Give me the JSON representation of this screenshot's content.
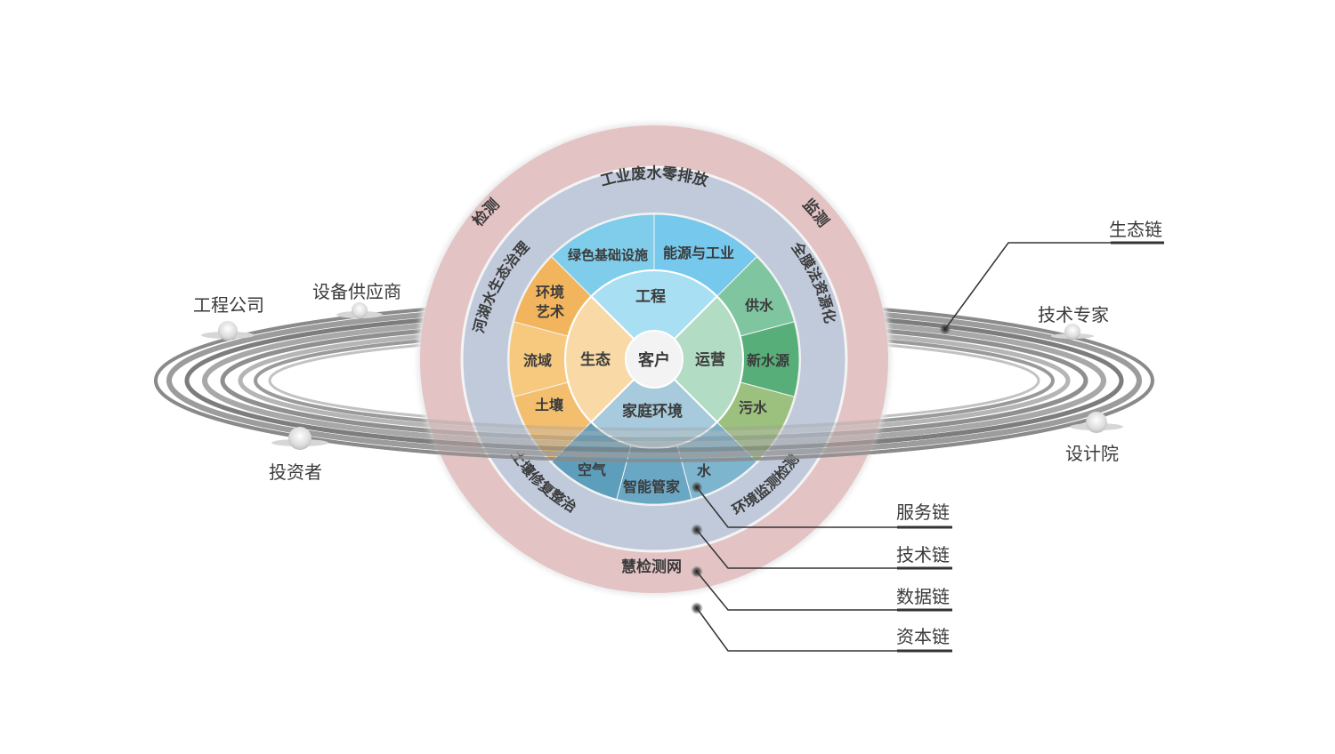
{
  "center": {
    "label": "客户"
  },
  "inner_quadrants": {
    "top": "工程",
    "right": "运营",
    "bottom": "家庭环境",
    "left": "生态"
  },
  "middle_segments": {
    "engineering": [
      "绿色基础设施",
      "能源与工业"
    ],
    "operation": [
      "供水",
      "新水源",
      "污水"
    ],
    "home": [
      "空气",
      "智能管家",
      "水"
    ],
    "ecology": [
      "环境\n艺术",
      "流域",
      "土壤"
    ]
  },
  "service_ring": {
    "top": "工业废水零排放",
    "upper_left": "河湖水生态治理",
    "upper_right": "全膜法资源化",
    "lower_left": "土壤修复整治",
    "lower_right": "环境监测检测"
  },
  "outer_ring": {
    "upper_left": "检测",
    "upper_right": "监测",
    "bottom": "慧检测网"
  },
  "stakeholders": {
    "engineering_company": "工程公司",
    "equipment_supplier": "设备供应商",
    "investor": "投资者",
    "tech_expert": "技术专家",
    "design_institute": "设计院"
  },
  "chains": {
    "ecology_chain": "生态链",
    "service_chain": "服务链",
    "tech_chain": "技术链",
    "data_chain": "数据链",
    "capital_chain": "资本链"
  },
  "colors": {
    "outer_ring": "#e3c3c4",
    "service_ring": "#c0cadb",
    "engineering": "#7fcdea",
    "engineering_light": "#a9dff2",
    "operation": "#7fc6a0",
    "operation_light": "#b3dcc4",
    "home": "#5e9ebd",
    "home_light": "#a7cbdc",
    "ecology": "#f3bf6f",
    "ecology_light": "#f9d9a6",
    "center": "#f3f3f3"
  }
}
